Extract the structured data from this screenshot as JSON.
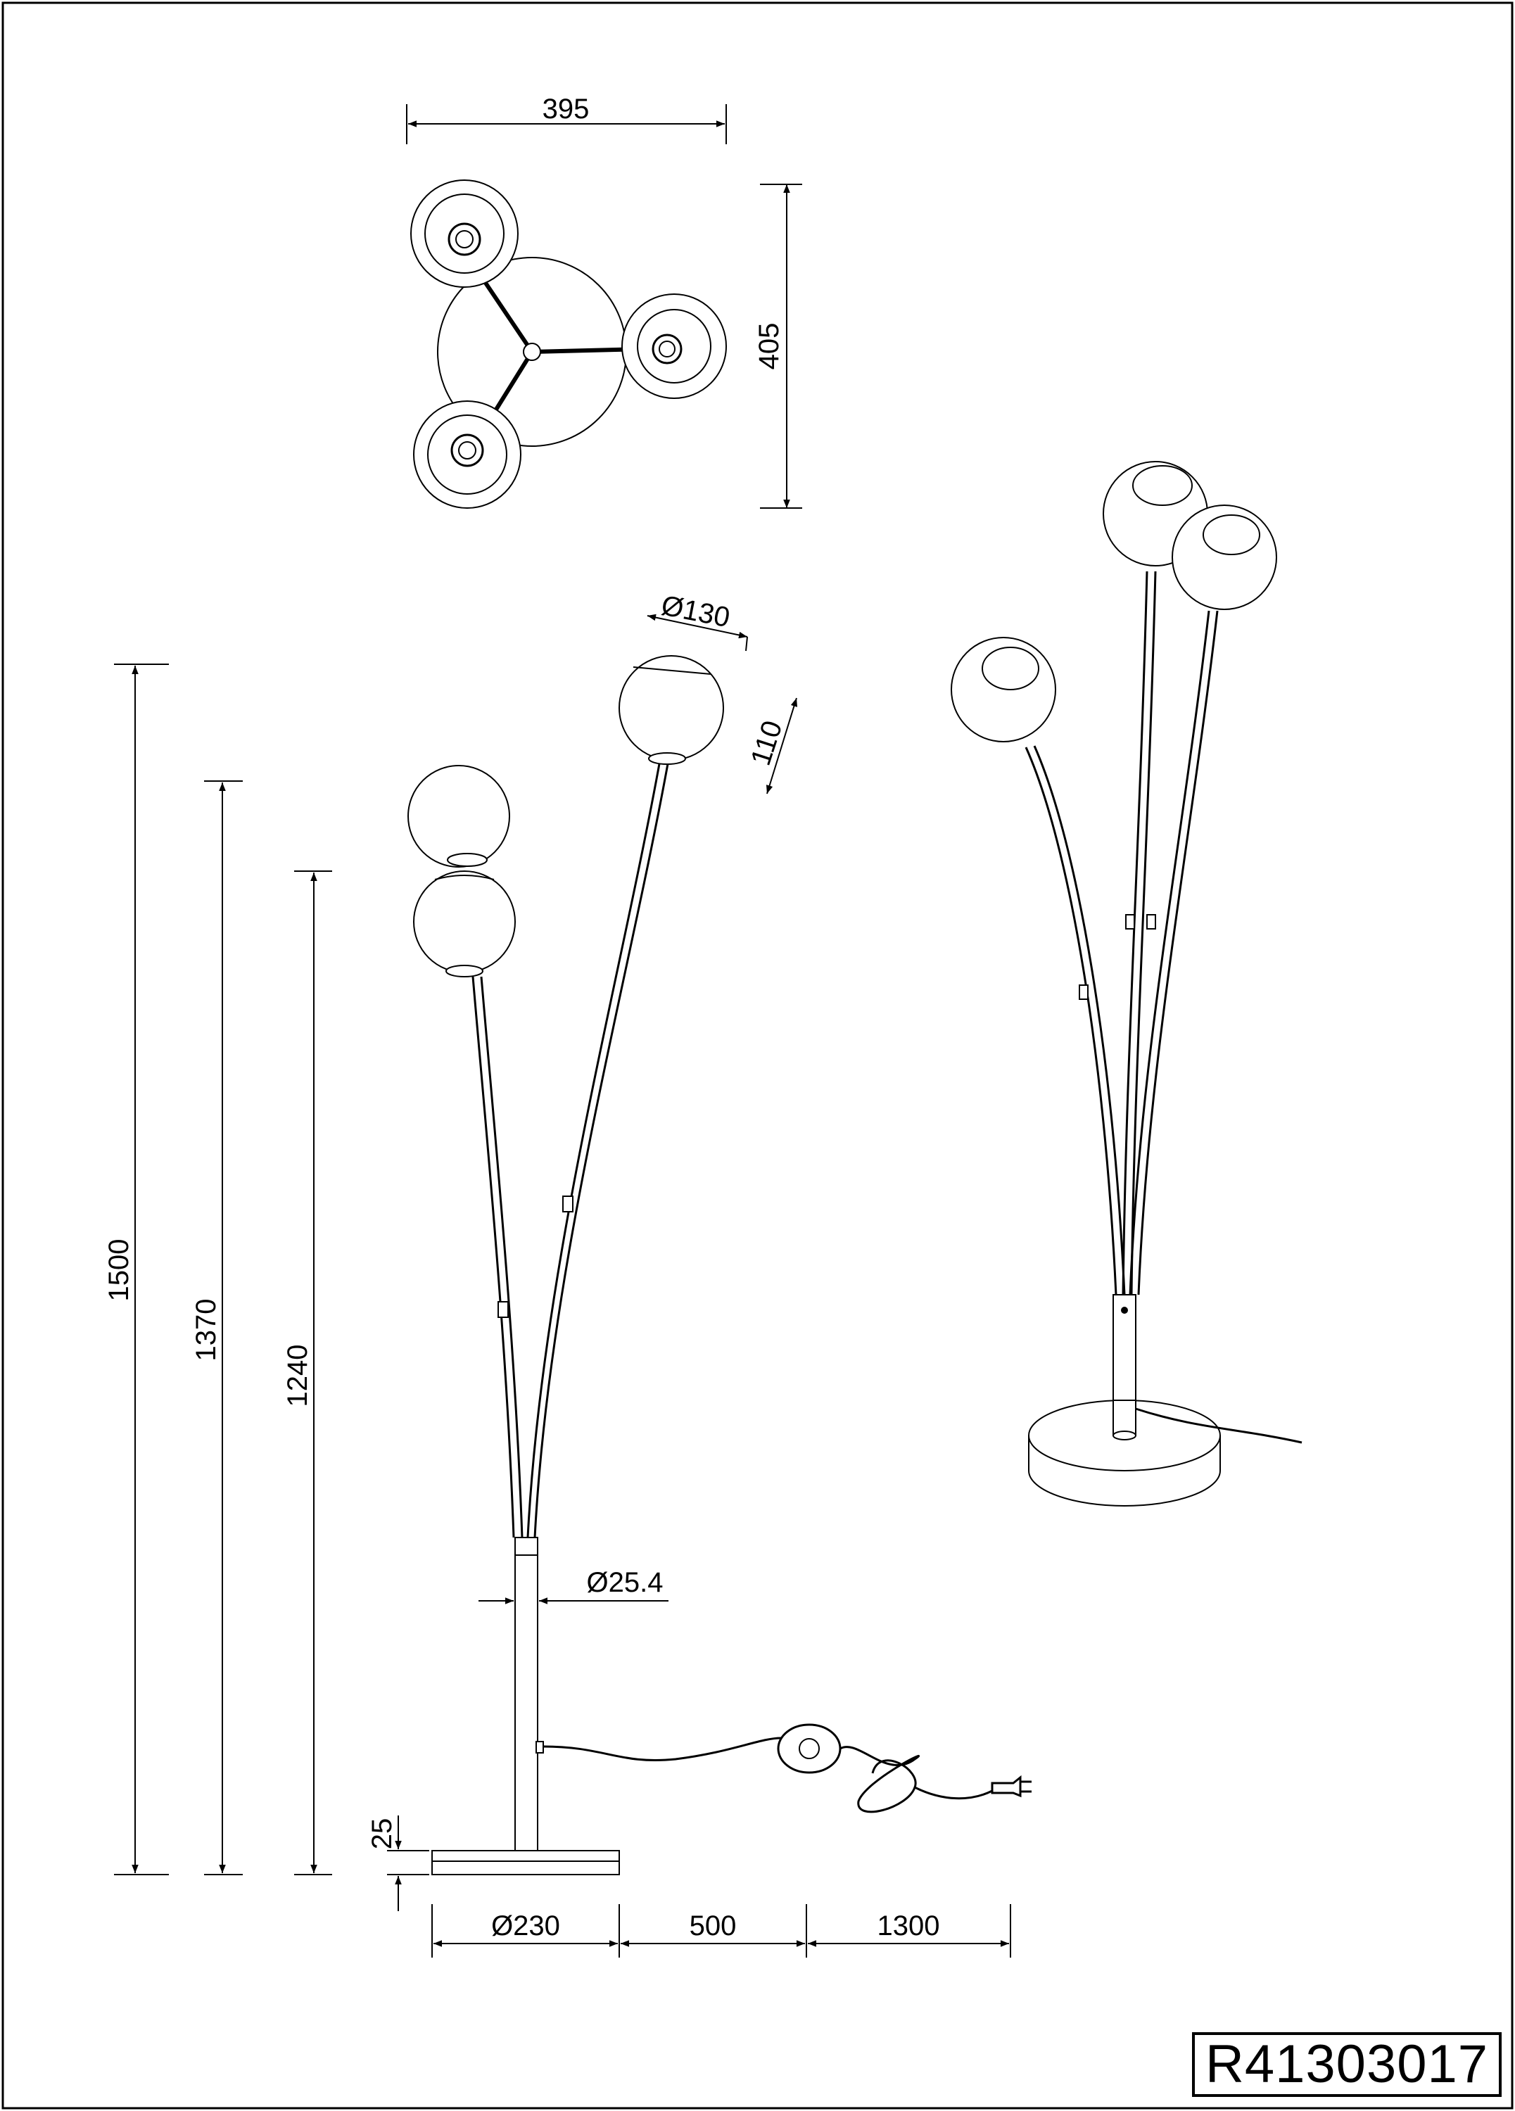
{
  "drawing": {
    "top_view": {
      "width_label": "395",
      "depth_label": "405"
    },
    "side_view": {
      "height_labels": [
        "1500",
        "1370",
        "1240"
      ],
      "shade_diameter_label": "Ø130",
      "shade_height_label": "110",
      "pole_diameter_label": "Ø25.4",
      "base_height_label": "25",
      "base_diameter_label": "Ø230",
      "cord_to_switch_label": "500",
      "switch_to_plug_label": "1300"
    },
    "model_code": "R41303017"
  }
}
